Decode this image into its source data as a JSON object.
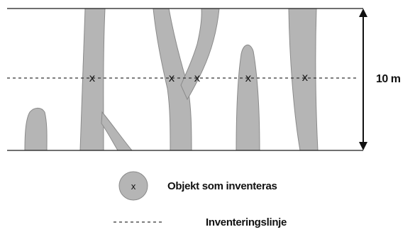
{
  "object_mark": "x",
  "width_label": "10 m",
  "legend": {
    "object_label": "Objekt som inventeras",
    "line_label": "Inventeringslinje"
  },
  "colors": {
    "object_fill": "#b5b5b5",
    "object_stroke": "#8a8a8a",
    "line": "#1a1a1a"
  }
}
